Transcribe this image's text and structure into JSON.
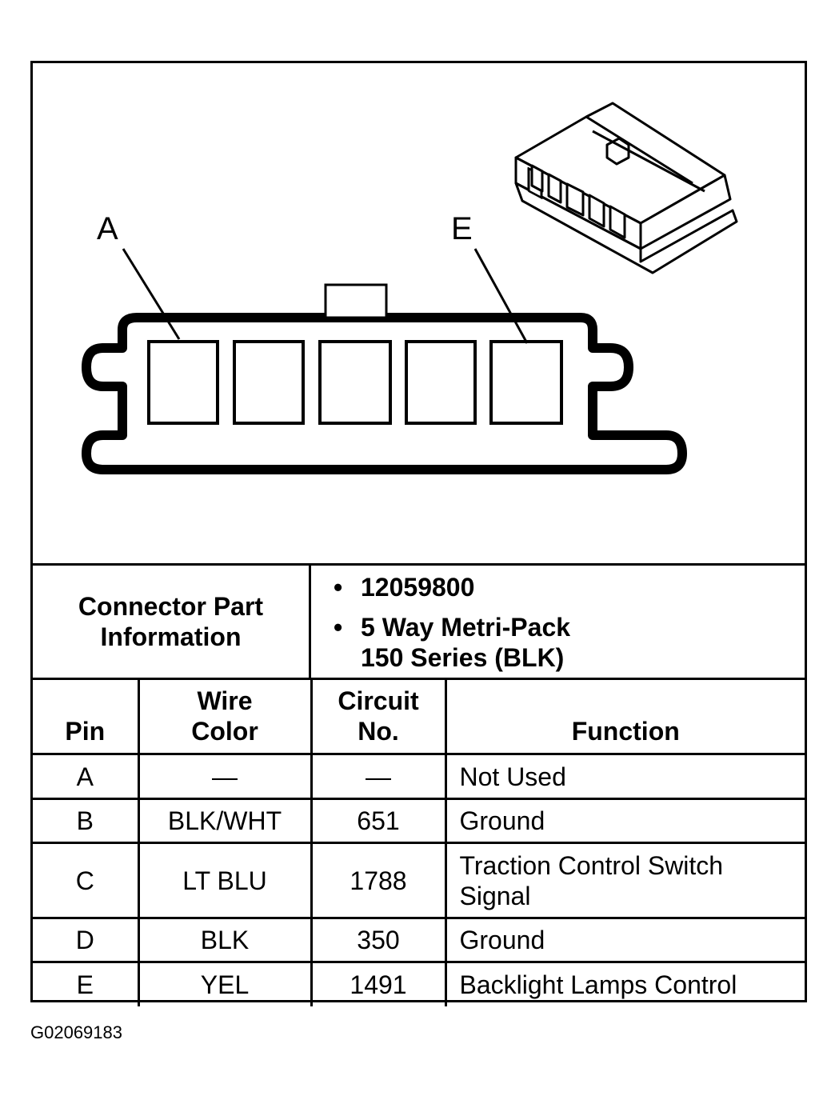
{
  "diagram": {
    "label_a": "A",
    "label_e": "E"
  },
  "connector_info": {
    "label_line1": "Connector Part",
    "label_line2": "Information",
    "part_number": "12059800",
    "description_line1": "5 Way Metri-Pack",
    "description_line2": "150 Series (BLK)"
  },
  "table": {
    "headers": {
      "pin": "Pin",
      "wire_color_line1": "Wire",
      "wire_color_line2": "Color",
      "circuit_line1": "Circuit",
      "circuit_line2": "No.",
      "function": "Function"
    },
    "rows": [
      {
        "pin": "A",
        "wire_color": "—",
        "circuit": "—",
        "function_line1": "Not Used",
        "function_line2": ""
      },
      {
        "pin": "B",
        "wire_color": "BLK/WHT",
        "circuit": "651",
        "function_line1": "Ground",
        "function_line2": ""
      },
      {
        "pin": "C",
        "wire_color": "LT BLU",
        "circuit": "1788",
        "function_line1": "Traction Control Switch",
        "function_line2": "Signal"
      },
      {
        "pin": "D",
        "wire_color": "BLK",
        "circuit": "350",
        "function_line1": "Ground",
        "function_line2": ""
      },
      {
        "pin": "E",
        "wire_color": "YEL",
        "circuit": "1491",
        "function_line1": "Backlight Lamps Control",
        "function_line2": ""
      }
    ]
  },
  "figure_code": "G02069183"
}
